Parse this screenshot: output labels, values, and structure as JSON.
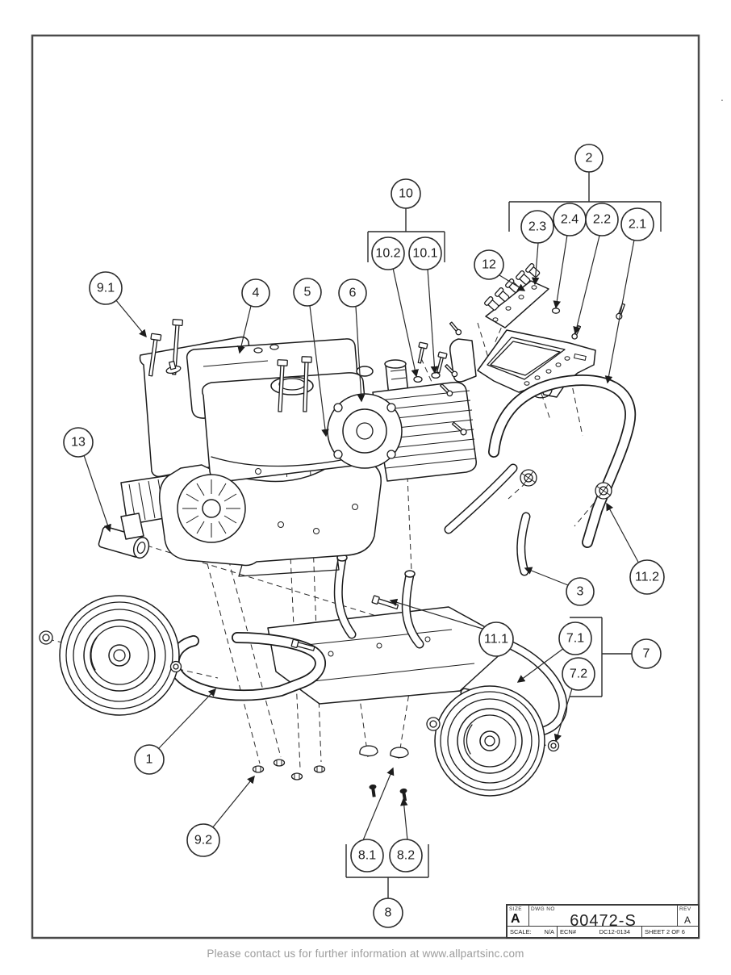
{
  "document": {
    "footer_text": "Please contact us for further information at www.allpartsinc.com",
    "stray_dot": "."
  },
  "title_block": {
    "size_label": "SIZE",
    "size_value": "A",
    "dwg_no_label": "DWG  NO",
    "dwg_no_value": "60472-S",
    "rev_label": "REV",
    "rev_value": "A",
    "scale_label": "SCALE:",
    "scale_value": "N/A",
    "ecn_label": "ECN#",
    "ecn_value": "DC12-0134",
    "sheet_label": "SHEET 2 OF 6"
  },
  "balloons": {
    "b1": "1",
    "b2": "2",
    "b2_1": "2.1",
    "b2_2": "2.2",
    "b2_3": "2.3",
    "b2_4": "2.4",
    "b3": "3",
    "b4": "4",
    "b5": "5",
    "b6": "6",
    "b7": "7",
    "b7_1": "7.1",
    "b7_2": "7.2",
    "b8": "8",
    "b8_1": "8.1",
    "b8_2": "8.2",
    "b9_1": "9.1",
    "b9_2": "9.2",
    "b10": "10",
    "b10_1": "10.1",
    "b10_2": "10.2",
    "b11_1": "11.1",
    "b11_2": "11.2",
    "b12": "12",
    "b13": "13"
  }
}
